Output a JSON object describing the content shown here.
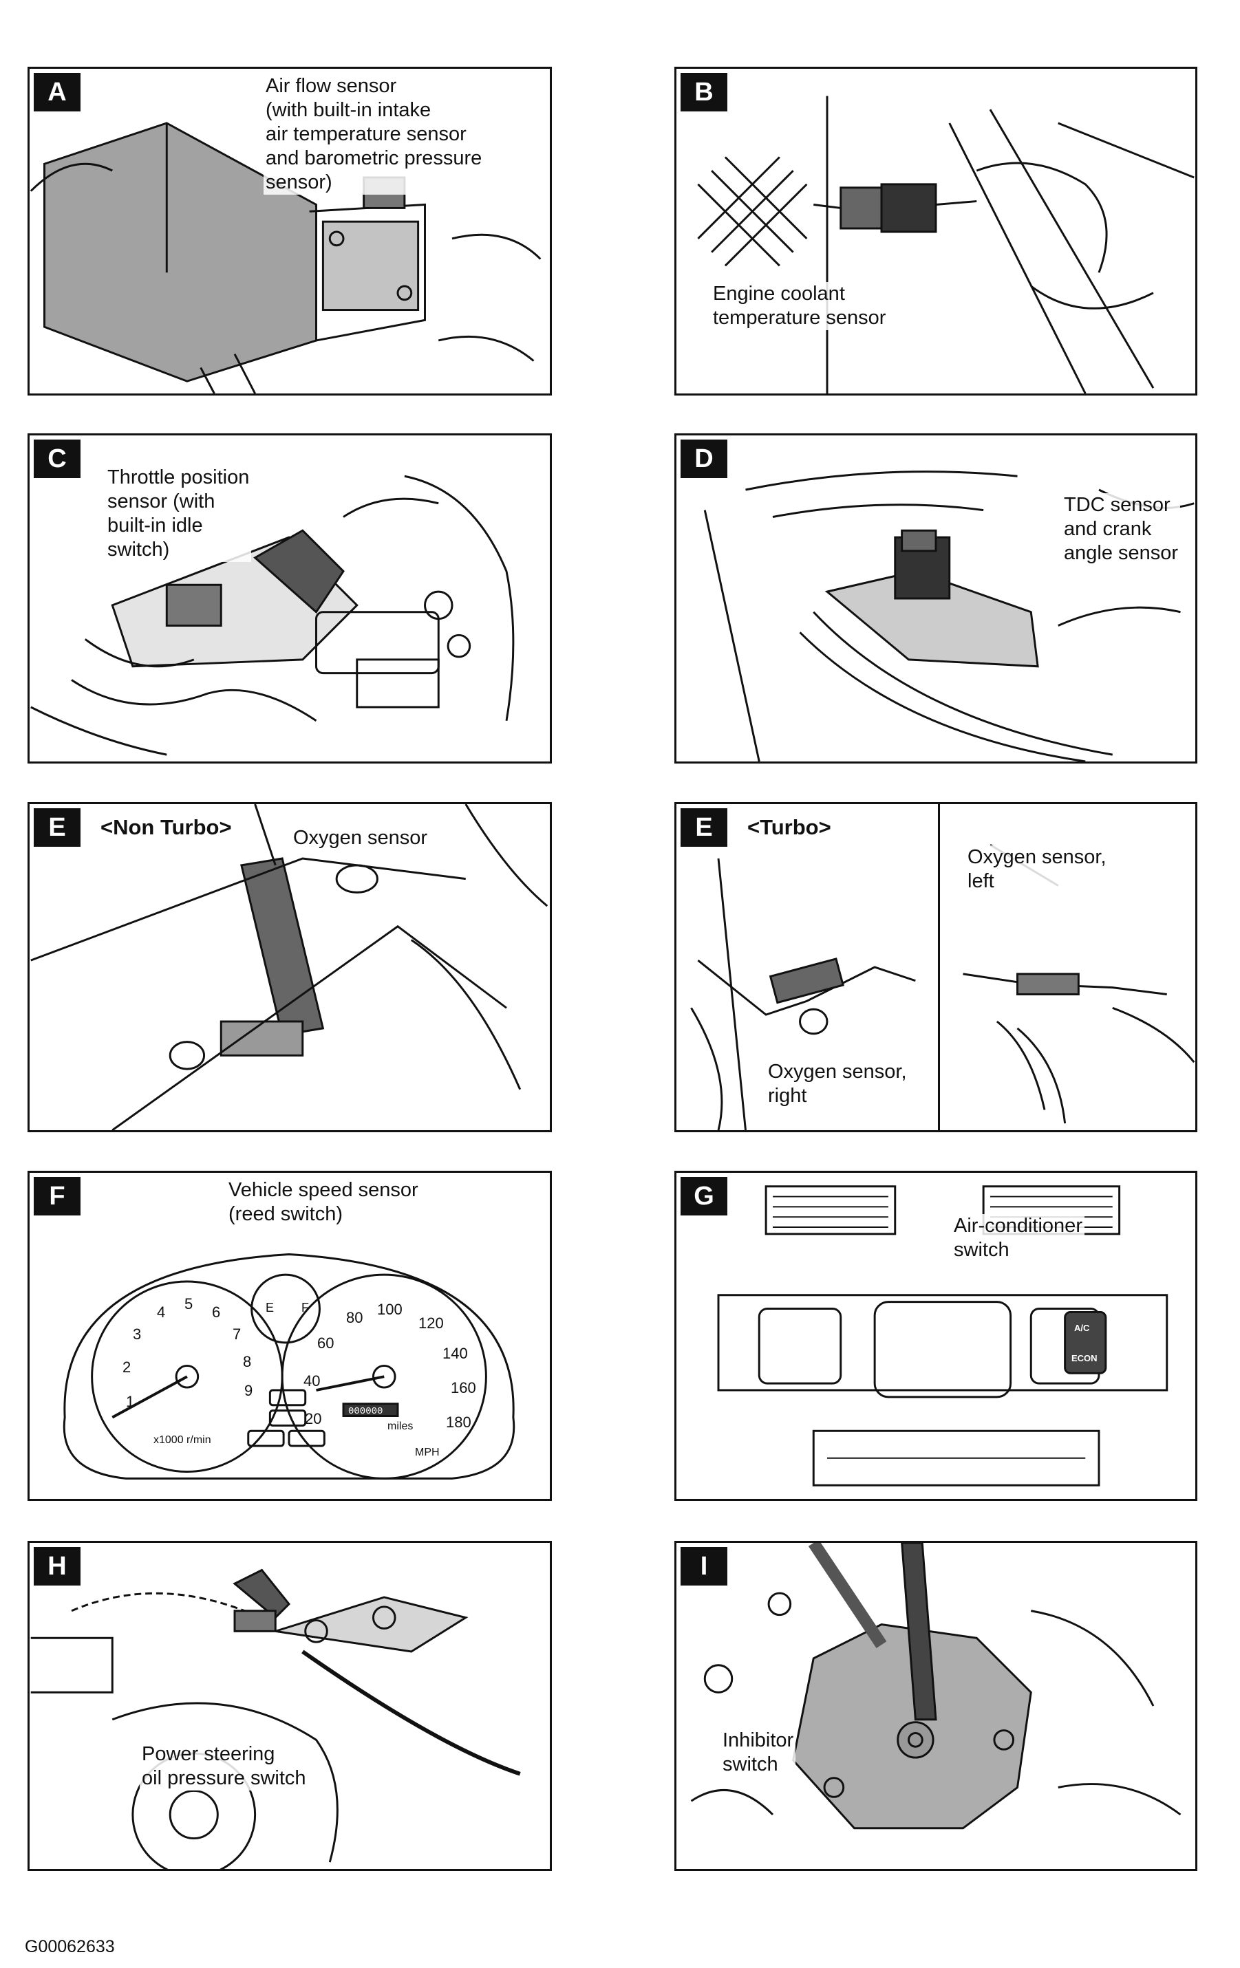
{
  "figure_id": "G00062633",
  "panels": {
    "A": {
      "letter": "A",
      "label": "Air flow sensor\n(with built-in intake\nair temperature sensor\nand barometric pressure\nsensor)"
    },
    "B": {
      "letter": "B",
      "label": "Engine coolant\ntemperature sensor"
    },
    "C": {
      "letter": "C",
      "label": "Throttle position\nsensor (with\nbuilt-in idle\nswitch)"
    },
    "D": {
      "letter": "D",
      "label": "TDC sensor\nand crank\nangle sensor"
    },
    "E1": {
      "letter": "E",
      "variant": "<Non Turbo>",
      "label": "Oxygen sensor"
    },
    "E2": {
      "letter": "E",
      "variant": "<Turbo>",
      "label_right": "Oxygen sensor,\nright",
      "label_left": "Oxygen sensor,\nleft"
    },
    "F": {
      "letter": "F",
      "label": "Vehicle speed sensor\n(reed switch)",
      "tach_numbers": [
        "1",
        "2",
        "3",
        "4",
        "5",
        "6",
        "7",
        "8",
        "9"
      ],
      "tach_unit": "x1000 r/min",
      "speed_numbers": [
        "20",
        "40",
        "60",
        "80",
        "100",
        "120",
        "140",
        "160",
        "180"
      ],
      "odometer": "000000",
      "speed_unit": "MPH",
      "odo_unit": "miles",
      "fuel_letters": [
        "E",
        "F"
      ]
    },
    "G": {
      "letter": "G",
      "label": "Air-conditioner\nswitch",
      "ac_button": "A/C",
      "econ_button": "ECON"
    },
    "H": {
      "letter": "H",
      "label": "Power steering\noil pressure switch"
    },
    "I": {
      "letter": "I",
      "label": "Inhibitor\nswitch"
    }
  }
}
